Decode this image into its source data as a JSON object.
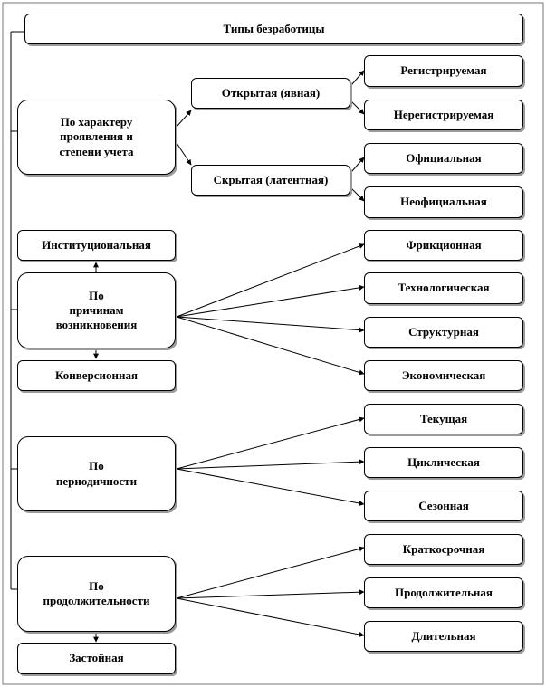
{
  "title": "Типы безработицы",
  "categories": {
    "character": "По характеру\nпроявления и\nстепени учета",
    "causes": "По\nпричинам\nвозникновения",
    "periodicity": "По\nпериодичности",
    "duration": "По\nпродолжительности"
  },
  "subtypes": {
    "open": "Открытая (явная)",
    "hidden": "Скрытая (латентная)"
  },
  "leaves": {
    "registered": "Регистрируемая",
    "unregistered": "Нерегистрируемая",
    "official": "Официальная",
    "unofficial": "Неофициальная",
    "institutional": "Институциональная",
    "conversion": "Конверсионная",
    "frictional": "Фрикционная",
    "technological": "Технологическая",
    "structural": "Структурная",
    "economic": "Экономическая",
    "current": "Текущая",
    "cyclical": "Циклическая",
    "seasonal": "Сезонная",
    "short_term": "Краткосрочная",
    "prolonged": "Продолжительная",
    "long_term": "Длительная",
    "stagnant": "Застойная"
  }
}
